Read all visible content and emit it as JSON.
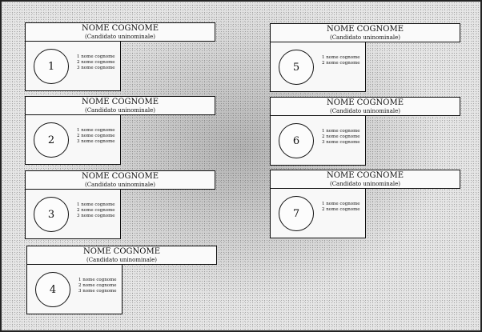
{
  "ballots": [
    {
      "number": "1",
      "title": "NOME COGNOME",
      "subtitle": "(Candidato uninominale)",
      "items": [
        "1 nome cognome",
        "2 nome cognome",
        "3 nome cognome"
      ]
    },
    {
      "number": "2",
      "title": "NOME COGNOME",
      "subtitle": "(Candidato uninominale)",
      "items": [
        "1 nome cognome",
        "2 nome cognome",
        "3 nome cognome"
      ]
    },
    {
      "number": "3",
      "title": "NOME COGNOME",
      "subtitle": "(Candidato uninominale)",
      "items": [
        "1 nome cognome",
        "2 nome cognome",
        "3 nome cognome"
      ]
    },
    {
      "number": "4",
      "title": "NOME COGNOME",
      "subtitle": "(Candidato uninominale)",
      "items": [
        "1 nome cognome",
        "2 nome cognome",
        "3 nome cognome"
      ]
    },
    {
      "number": "5",
      "title": "NOME COGNOME",
      "subtitle": "(Candidato uninominale)",
      "items": [
        "1 nome cognome",
        "2 nome cognome"
      ]
    },
    {
      "number": "6",
      "title": "NOME COGNOME",
      "subtitle": "(Candidato uninominale)",
      "items": [
        "1 nome cognome",
        "2 nome cognome",
        "3 nome cognome"
      ]
    },
    {
      "number": "7",
      "title": "NOME COGNOME",
      "subtitle": "(Candidato uninominale)",
      "items": [
        "1 nome cognome",
        "2 nome cognome"
      ]
    }
  ]
}
